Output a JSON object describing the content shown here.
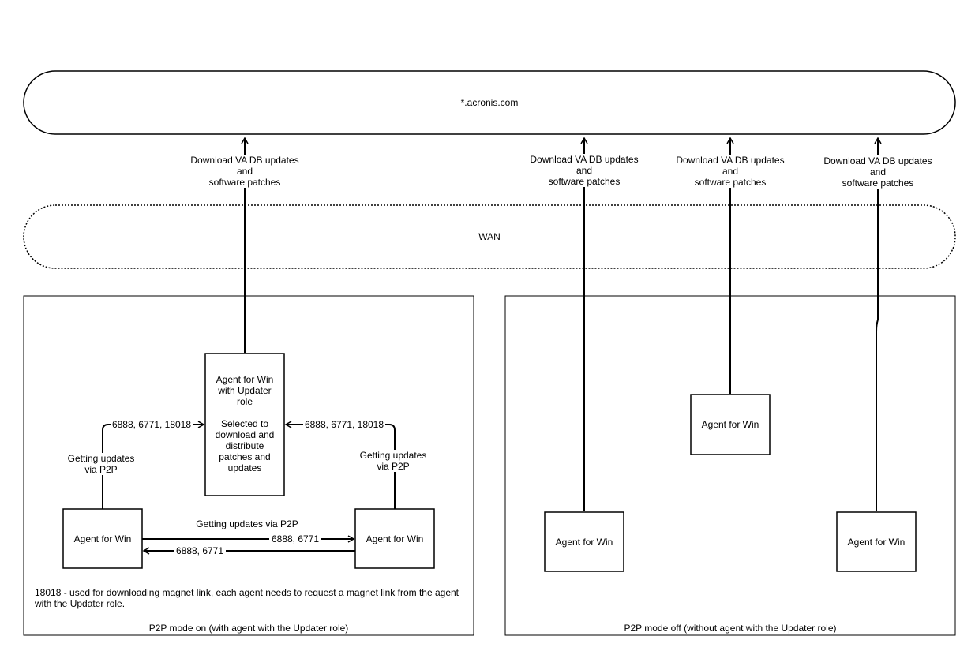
{
  "cloud": {
    "label": "*.acronis.com"
  },
  "wan": {
    "label": "WAN"
  },
  "download_label": "Download VA DB updates\nand\nsoftware patches",
  "p2p_on": {
    "caption": "P2P mode on (with agent with the Updater role)",
    "updater_agent": "Agent for Win\nwith Updater\nrole\n\nSelected to\ndownload and\ndistribute\npatches and\nupdates",
    "agent_left": "Agent for Win",
    "agent_right": "Agent for Win",
    "left_ports": "6888, 6771, 18018",
    "right_ports": "6888, 6771, 18018",
    "left_getting": "Getting updates\nvia P2P",
    "right_getting": "Getting updates\nvia P2P",
    "middle_getting": "Getting updates via P2P",
    "ports_to_right": "6888, 6771",
    "ports_to_left": "6888, 6771",
    "note": "18018 - used for downloading magnet link, each agent needs to request a magnet link from the agent\nwith the Updater role."
  },
  "p2p_off": {
    "caption": "P2P mode off (without agent with the Updater role)",
    "agent_a": "Agent for Win",
    "agent_b": "Agent for Win",
    "agent_c": "Agent for Win"
  }
}
